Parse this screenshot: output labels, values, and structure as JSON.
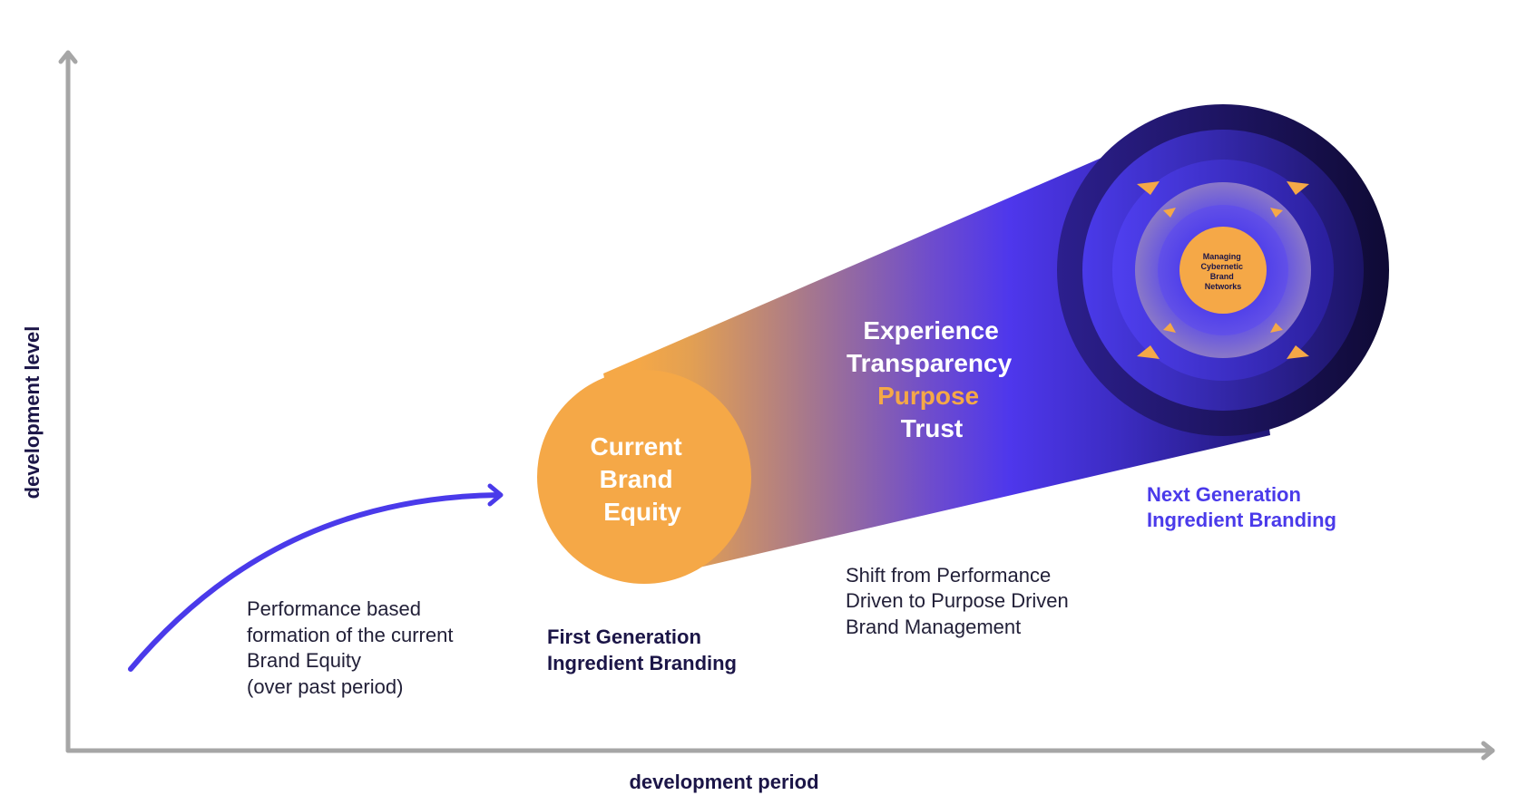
{
  "axes": {
    "y_label": "development level",
    "x_label": "development period"
  },
  "past": {
    "lines": [
      "Performance based",
      "formation of the current",
      "Brand Equity",
      "(over past period)"
    ]
  },
  "current": {
    "lines": [
      "Current",
      "Brand",
      "Equity"
    ]
  },
  "first_gen": {
    "lines": [
      "First Generation",
      "Ingredient Branding"
    ]
  },
  "values": {
    "lines": [
      "Experience",
      "Transparency",
      "Purpose",
      "Trust"
    ]
  },
  "shift": {
    "lines": [
      "Shift from Performance",
      "Driven to Purpose Driven",
      "Brand Management"
    ]
  },
  "next_gen": {
    "lines": [
      "Next Generation",
      "Ingredient Branding"
    ]
  },
  "core": {
    "lines": [
      "Managing",
      "Cybernetic",
      "Brand",
      "Networks"
    ]
  },
  "colors": {
    "orange": "#f5a847",
    "indigo": "#4a3aea",
    "navy": "#120b3a",
    "axis": "#a6a6a6"
  }
}
